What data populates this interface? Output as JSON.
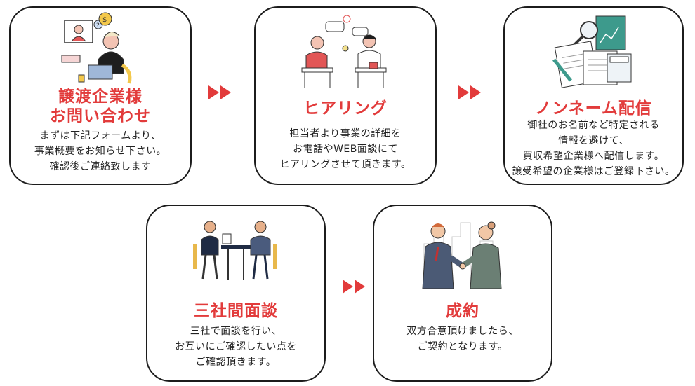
{
  "steps": [
    {
      "title": "譲渡企業様\nお問い合わせ",
      "desc": "まずは下記フォームより、\n事業概要をお知らせ下さい。\n確認後ご連絡致します",
      "illustration": "woman-laptop-video-call"
    },
    {
      "title": "ヒアリング",
      "desc": "担当者より事業の詳細を\nお電話やWEB面談にて\nヒアリングさせて頂きます。",
      "illustration": "two-people-chairs-talking"
    },
    {
      "title": "ノンネーム配信",
      "desc": "御社のお名前など特定される\n情報を避けて、\n買収希望企業様へ配信します。\n譲受希望の企業様はご登録下さい。",
      "illustration": "documents-calculator-magnifier"
    },
    {
      "title": "三社間面談",
      "desc": "三社で面談を行い、\nお互いにご確認したい点を\nご確認頂きます。",
      "illustration": "two-men-table-meeting"
    },
    {
      "title": "成約",
      "desc": "双方合意頂けましたら、\nご契約となります。",
      "illustration": "handshake-city"
    }
  ],
  "colors": {
    "accent": "#e23b3b",
    "border": "#1c1c1c"
  },
  "arrow_icon": "double-chevron-right-icon"
}
